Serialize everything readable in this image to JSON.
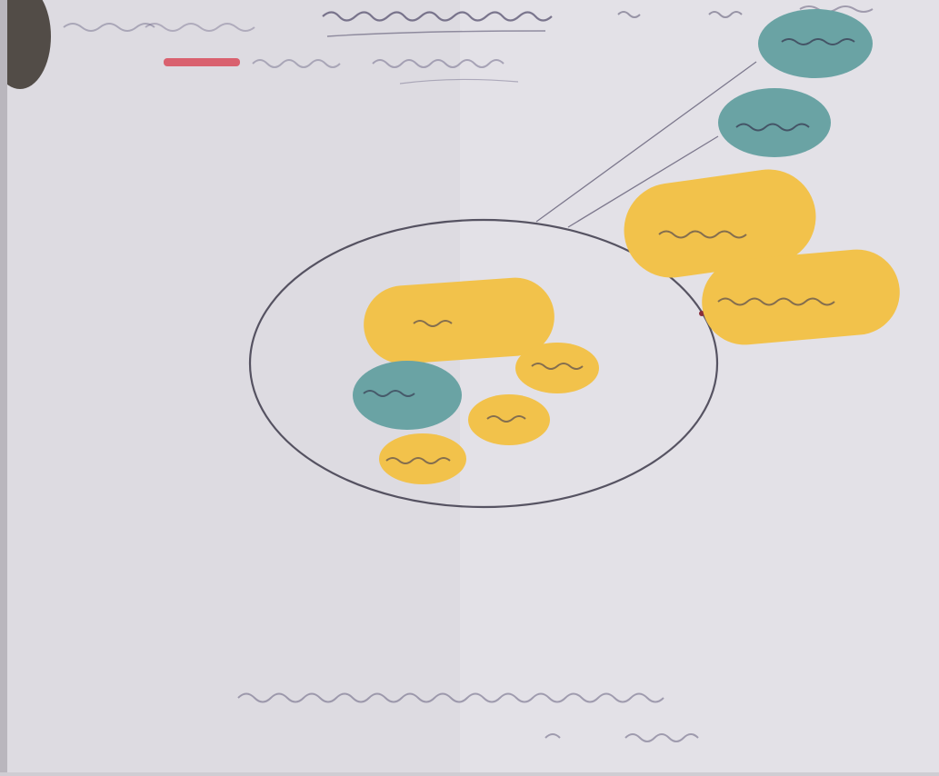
{
  "diagram": {
    "kind": "venn-chapati",
    "header": {
      "line1_left": "",
      "line1_title": "",
      "line1_right": "",
      "line2_label": "",
      "line2_value": ""
    },
    "inside_circle": [
      {
        "shape": "oval",
        "color": "#f2c24b",
        "label": ""
      },
      {
        "shape": "oval",
        "color": "#f2c24b",
        "label": ""
      },
      {
        "shape": "oval",
        "color": "#f2c24b",
        "label": ""
      },
      {
        "shape": "oval",
        "color": "#f2c24b",
        "label": ""
      },
      {
        "shape": "oval",
        "color": "#6aa3a4",
        "label": ""
      }
    ],
    "outside_circle": [
      {
        "shape": "oval",
        "color": "#6aa3a4",
        "label": ""
      },
      {
        "shape": "oval",
        "color": "#6aa3a4",
        "label": ""
      },
      {
        "shape": "oval",
        "color": "#f2c24b",
        "label": ""
      },
      {
        "shape": "oval",
        "color": "#f2c24b",
        "label": ""
      }
    ],
    "footer": {
      "line1": "",
      "line2": ""
    },
    "colors": {
      "paper": "#e2e0e6",
      "yellow_card": "#f2c24b",
      "teal_card": "#6aa3a4",
      "pencil": "#3d3a4a",
      "red_marker": "#d84b5a"
    }
  }
}
